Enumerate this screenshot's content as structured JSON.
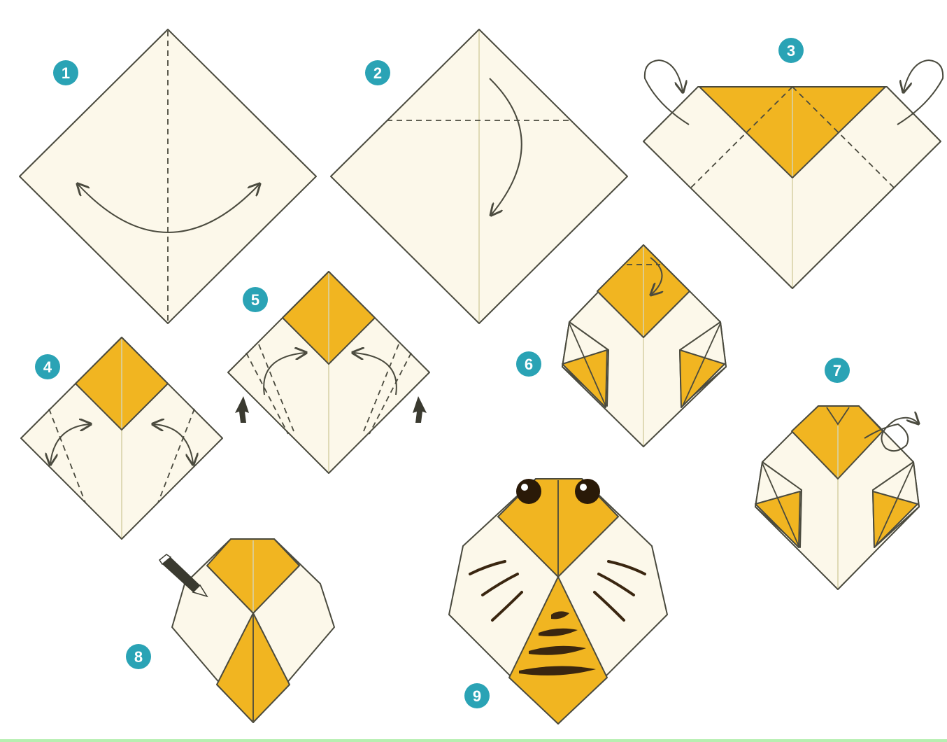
{
  "steps": [
    {
      "number": "1"
    },
    {
      "number": "2"
    },
    {
      "number": "3"
    },
    {
      "number": "4"
    },
    {
      "number": "5"
    },
    {
      "number": "6"
    },
    {
      "number": "7"
    },
    {
      "number": "8"
    },
    {
      "number": "9"
    }
  ],
  "colors": {
    "paper": "#fcf8ea",
    "accent": "#f1b521",
    "outline": "#4a4a3e",
    "badge": "#2aa3b5",
    "stripes": "#3a2610"
  },
  "icons": {
    "pencil": "pencil-icon",
    "push_arrow": "push-arrow-icon"
  }
}
